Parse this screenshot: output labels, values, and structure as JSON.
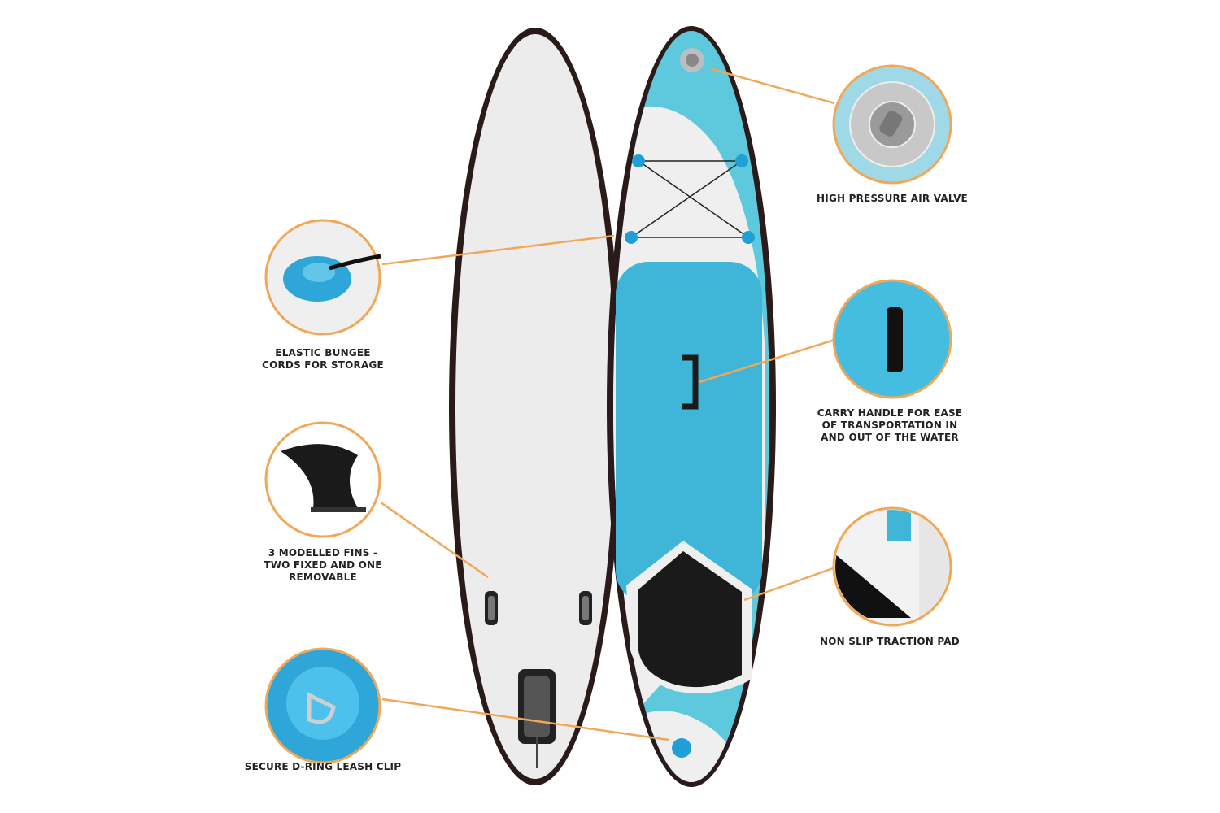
{
  "colors": {
    "accent": "#f0a858",
    "board_blue": "#5ec8dc",
    "pad_blue": "#3fb6d8",
    "board_white": "#efefef",
    "rail": "#2a1a1a"
  },
  "features": [
    {
      "id": "air-valve",
      "label": "HIGH PRESSURE AIR VALVE",
      "icon": "air-valve-icon"
    },
    {
      "id": "bungee",
      "label_lines": [
        "ELASTIC BUNGEE",
        "CORDS FOR STORAGE"
      ],
      "icon": "bungee-cord-icon"
    },
    {
      "id": "handle",
      "label_lines": [
        "CARRY HANDLE FOR EASE",
        "OF TRANSPORTATION IN",
        "AND OUT OF THE WATER"
      ],
      "icon": "carry-handle-icon"
    },
    {
      "id": "fins",
      "label_lines": [
        "3 MODELLED FINS -",
        "TWO FIXED AND ONE",
        "REMOVABLE"
      ],
      "icon": "fin-icon"
    },
    {
      "id": "traction",
      "label": "NON SLIP TRACTION PAD",
      "icon": "traction-pad-icon"
    },
    {
      "id": "leash",
      "label": "SECURE D-RING LEASH CLIP",
      "icon": "d-ring-icon"
    }
  ]
}
